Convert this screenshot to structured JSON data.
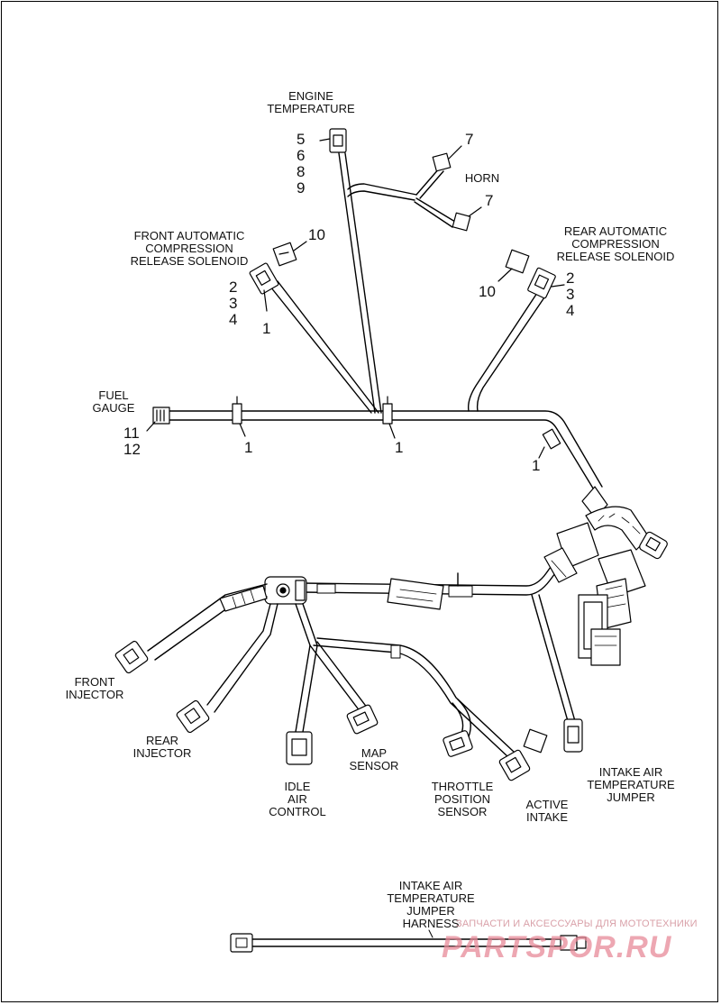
{
  "labels": {
    "engine_temperature": "ENGINE\nTEMPERATURE",
    "horn": "HORN",
    "front_acr": "FRONT AUTOMATIC\nCOMPRESSION\nRELEASE SOLENOID",
    "rear_acr": "REAR AUTOMATIC\nCOMPRESSION\nRELEASE SOLENOID",
    "fuel_gauge": "FUEL\nGAUGE",
    "front_injector": "FRONT\nINJECTOR",
    "rear_injector": "REAR\nINJECTOR",
    "idle_air_control": "IDLE\nAIR\nCONTROL",
    "map_sensor": "MAP\nSENSOR",
    "throttle_position_sensor": "THROTTLE\nPOSITION\nSENSOR",
    "active_intake": "ACTIVE\nINTAKE",
    "iat_jumper": "INTAKE AIR\nTEMPERATURE\nJUMPER",
    "iat_jumper_harness": "INTAKE AIR\nTEMPERATURE\nJUMPER\nHARNESS"
  },
  "callouts": {
    "engine_temp": [
      "5",
      "6",
      "8",
      "9"
    ],
    "horn_upper": "7",
    "horn_lower": "7",
    "front_acr_10": "10",
    "front_acr_list": [
      "2",
      "3",
      "4"
    ],
    "front_acr_1": "1",
    "rear_acr_10": "10",
    "rear_acr_list": [
      "2",
      "3",
      "4"
    ],
    "fuel_gauge": [
      "11",
      "12"
    ],
    "clip_left": "1",
    "clip_center": "1",
    "clip_right": "1"
  },
  "watermark": {
    "text": "ЗАПЧАСТИ И АКСЕССУАРЫ ДЛЯ МОТОТЕХНИКИ",
    "logo": "PARTSPOR.RU"
  }
}
